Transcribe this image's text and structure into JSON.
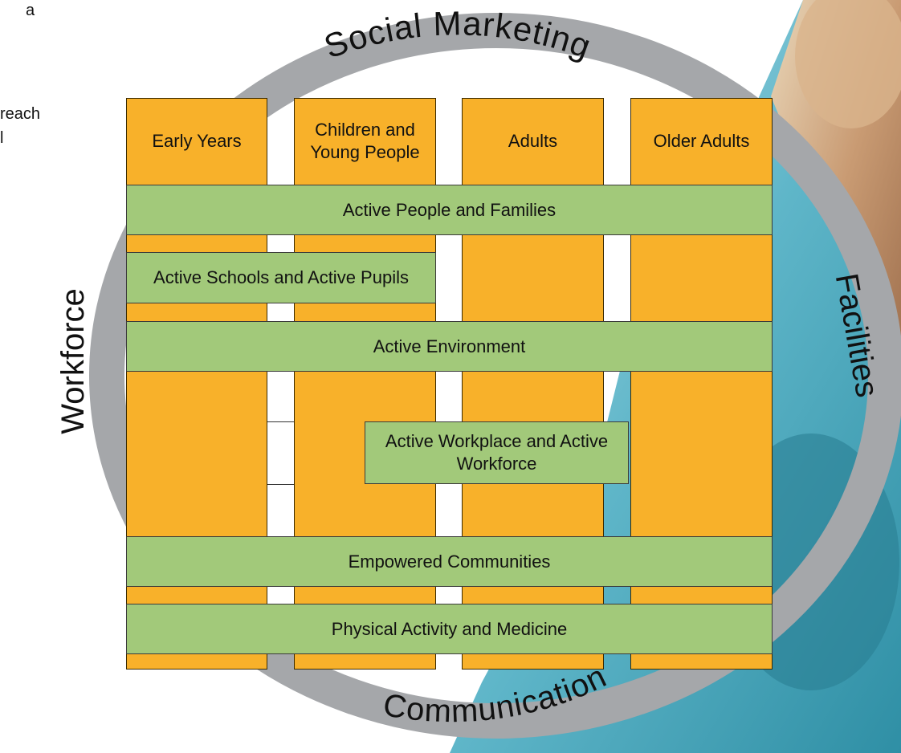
{
  "intro": {
    "line_1": "reach",
    "line_2": "l",
    "top_glyph": "a"
  },
  "ring": {
    "top": "Social Marketing",
    "left": "Workforce",
    "right": "Facilities",
    "bottom": "Communication",
    "color": "#a5a7aa"
  },
  "columns": [
    {
      "label": "Early Years"
    },
    {
      "label": "Children and Young People"
    },
    {
      "label": "Adults"
    },
    {
      "label": "Older Adults"
    }
  ],
  "bands": {
    "people_families": "Active People and Families",
    "schools_pupils": "Active Schools and Active Pupils",
    "environment": "Active Environment",
    "workplace": "Active Workplace and Active Workforce",
    "communities": "Empowered Communities",
    "medicine": "Physical Activity and Medicine"
  },
  "colors": {
    "orange": "#f8b12a",
    "green": "#a2c97a"
  }
}
